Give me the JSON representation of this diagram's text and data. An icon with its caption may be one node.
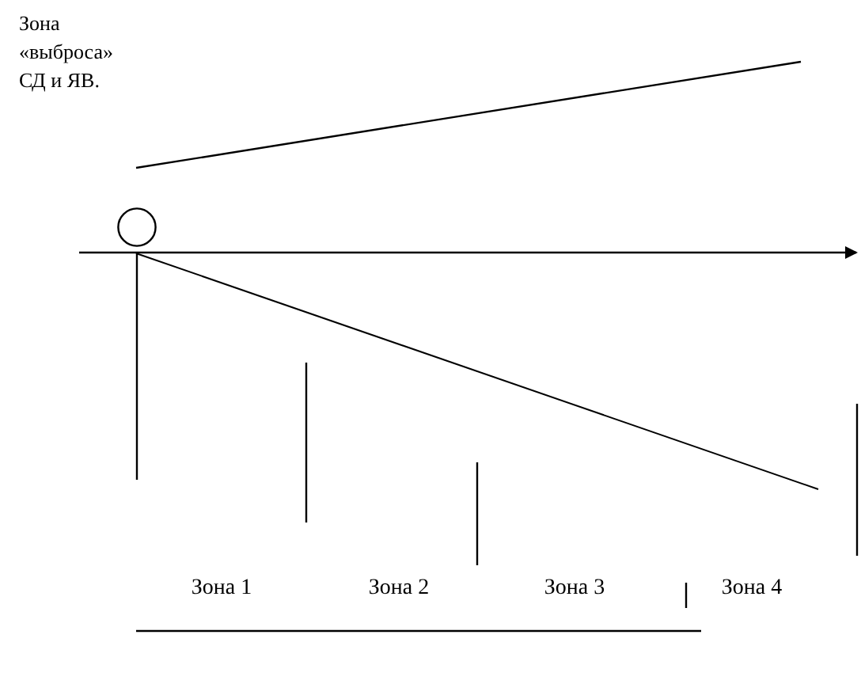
{
  "diagram": {
    "nodes": [
      {
        "text": [],
        "shape": "circle"
      }
    ],
    "labels": [
      "Зона «выброса» СД и ЯВ.",
      "Зона 1",
      "Зона 2",
      "Зона 3",
      "Зона 4"
    ]
  }
}
